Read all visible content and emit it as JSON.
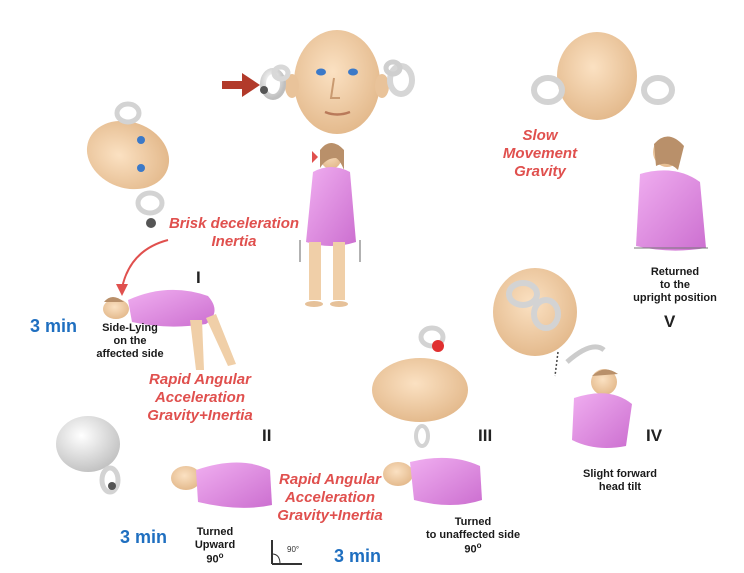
{
  "labels": {
    "brisk_deceleration": "Brisk deceleration",
    "inertia": "Inertia",
    "slow_movement": "Slow",
    "slow_movement_2": "Movement",
    "gravity": "Gravity",
    "rapid_1_a": "Rapid  Angular",
    "rapid_1_b": "Acceleration",
    "rapid_1_c": "Gravity+Inertia",
    "rapid_2_a": "Rapid  Angular",
    "rapid_2_b": "Acceleration",
    "rapid_2_c": "Gravity+Inertia"
  },
  "steps": {
    "I": {
      "roman": "I",
      "caption_1": "Side-Lying",
      "caption_2": "on the",
      "caption_3": "affected side",
      "time": "3 min"
    },
    "II": {
      "roman": "II",
      "caption_1": "Turned",
      "caption_2": "Upward",
      "caption_3": "90",
      "degree": "o",
      "time": "3 min"
    },
    "III": {
      "roman": "III",
      "caption_1": "Turned",
      "caption_2": "to unaffected side",
      "caption_3": "90",
      "degree": "o",
      "time": "3 min"
    },
    "IV": {
      "roman": "IV",
      "caption_1": "Slight forward",
      "caption_2": "head tilt"
    },
    "V": {
      "roman": "V",
      "caption_1": "Returned",
      "caption_2": "to the",
      "caption_3": "upright position"
    }
  },
  "angle_marker": "90°",
  "colors": {
    "red_text": "#e0504e",
    "time_blue": "#1f6fc0",
    "gown": "#e28fe0",
    "skin": "#f2cfa6",
    "arrow": "#b23a2a"
  }
}
